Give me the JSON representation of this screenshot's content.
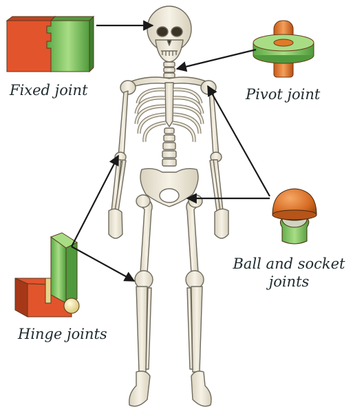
{
  "labels": {
    "fixed": "Fixed joint",
    "pivot": "Pivot joint",
    "ball_line1": "Ball and socket",
    "ball_line2": "joints",
    "hinge": "Hinge joints"
  },
  "icons": {
    "fixed": "fixed-joint-model",
    "pivot": "pivot-joint-model",
    "ball": "ball-and-socket-joint-model",
    "hinge": "hinge-joint-model",
    "skeleton": "human-skeleton"
  },
  "colors": {
    "bone": "#efe9da",
    "bone_outline": "#6f6a5e",
    "red": "#e2542c",
    "green": "#7cc35a",
    "orange": "#e07a2a",
    "cream": "#f2e8b6",
    "arrow": "#1a1a1a"
  }
}
